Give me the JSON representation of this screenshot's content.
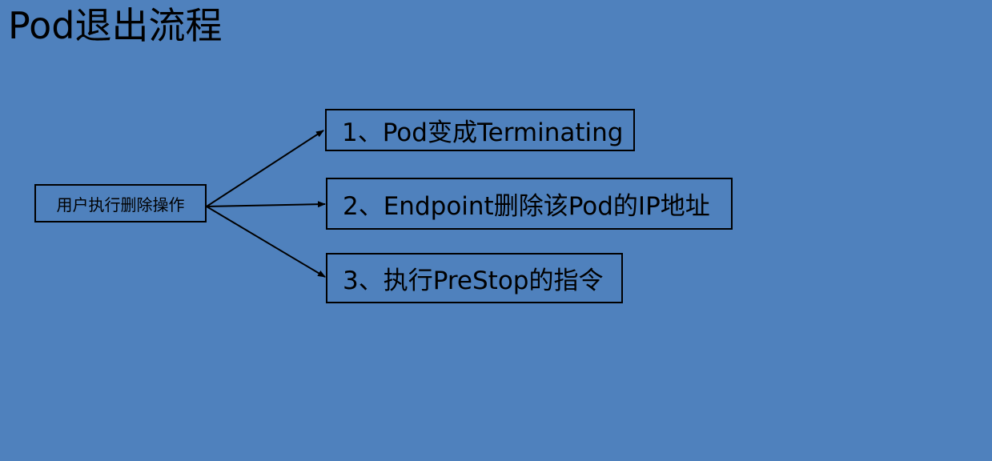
{
  "slide": {
    "title": "Pod退出流程",
    "background_color": "#4F81BD"
  },
  "diagram": {
    "source": {
      "label": "用户执行删除操作"
    },
    "steps": [
      {
        "label": "1、Pod变成Terminating"
      },
      {
        "label": "2、Endpoint删除该Pod的IP地址"
      },
      {
        "label": "3、执行PreStop的指令"
      }
    ],
    "edges": [
      {
        "from": "source",
        "to": "step-1"
      },
      {
        "from": "source",
        "to": "step-2"
      },
      {
        "from": "source",
        "to": "step-3"
      }
    ]
  }
}
